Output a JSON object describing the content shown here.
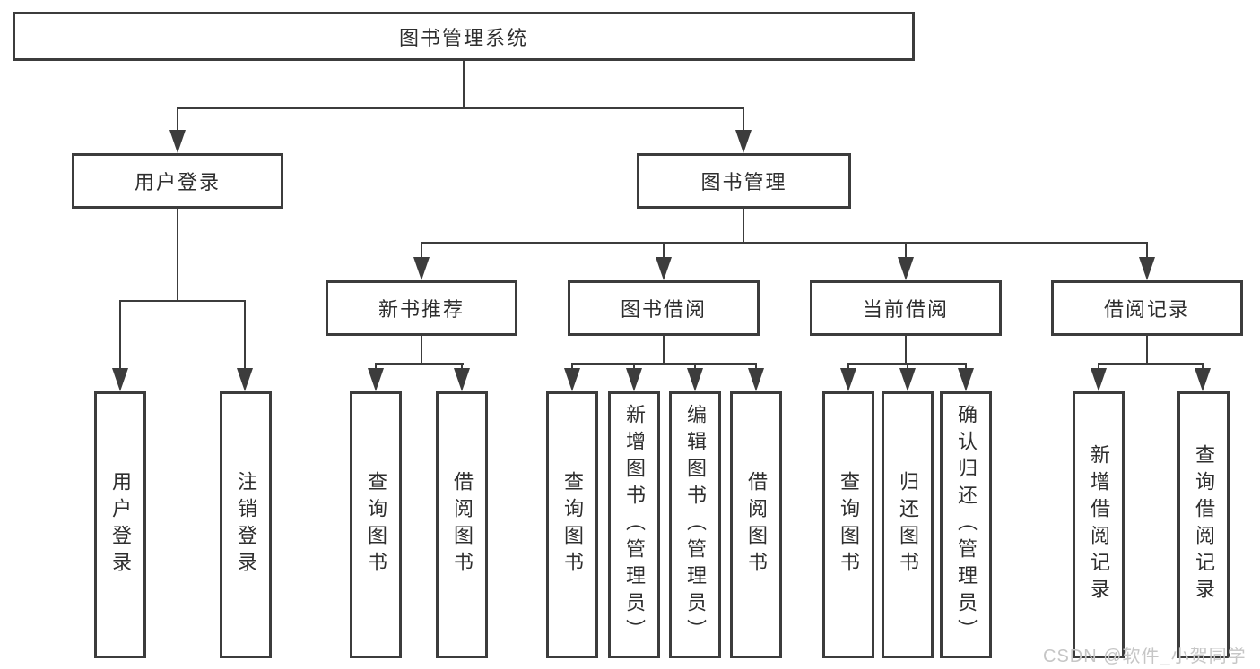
{
  "diagram": {
    "title": "图书管理系统",
    "nodes": {
      "root": "图书管理系统",
      "user_login": "用户登录",
      "book_mgmt": "图书管理",
      "new_book_rec": "新书推荐",
      "book_borrow": "图书借阅",
      "current_borrow": "当前借阅",
      "borrow_records": "借阅记录",
      "leaf_user_login": "用户登录",
      "leaf_logout": "注销登录",
      "leaf_query_book_rec": "查询图书",
      "leaf_borrow_book_rec": "借阅图书",
      "leaf_query_book_borrow": "查询图书",
      "leaf_add_book_admin": "新增图书（管理员）",
      "leaf_edit_book_admin": "编辑图书（管理员）",
      "leaf_borrow_book_borrow": "借阅图书",
      "leaf_query_book_current": "查询图书",
      "leaf_return_book": "归还图书",
      "leaf_confirm_return_admin": "确认归还（管理员）",
      "leaf_add_borrow_record": "新增借阅记录",
      "leaf_query_borrow_record": "查询借阅记录"
    },
    "edges": [
      "图书管理系统->用户登录",
      "图书管理系统->图书管理",
      "用户登录->用户登录(叶)",
      "用户登录->注销登录",
      "图书管理->新书推荐",
      "图书管理->图书借阅",
      "图书管理->当前借阅",
      "图书管理->借阅记录",
      "新书推荐->查询图书",
      "新书推荐->借阅图书",
      "图书借阅->查询图书",
      "图书借阅->新增图书（管理员）",
      "图书借阅->编辑图书（管理员）",
      "图书借阅->借阅图书",
      "当前借阅->查询图书",
      "当前借阅->归还图书",
      "当前借阅->确认归还（管理员）",
      "借阅记录->新增借阅记录",
      "借阅记录->查询借阅记录"
    ],
    "colors": {
      "line": "#3c3c3c",
      "text": "#2e2e2e",
      "background": "#ffffff",
      "watermark": "#c6c6c6"
    }
  },
  "watermark": "CSDN @软件_小贺同学"
}
